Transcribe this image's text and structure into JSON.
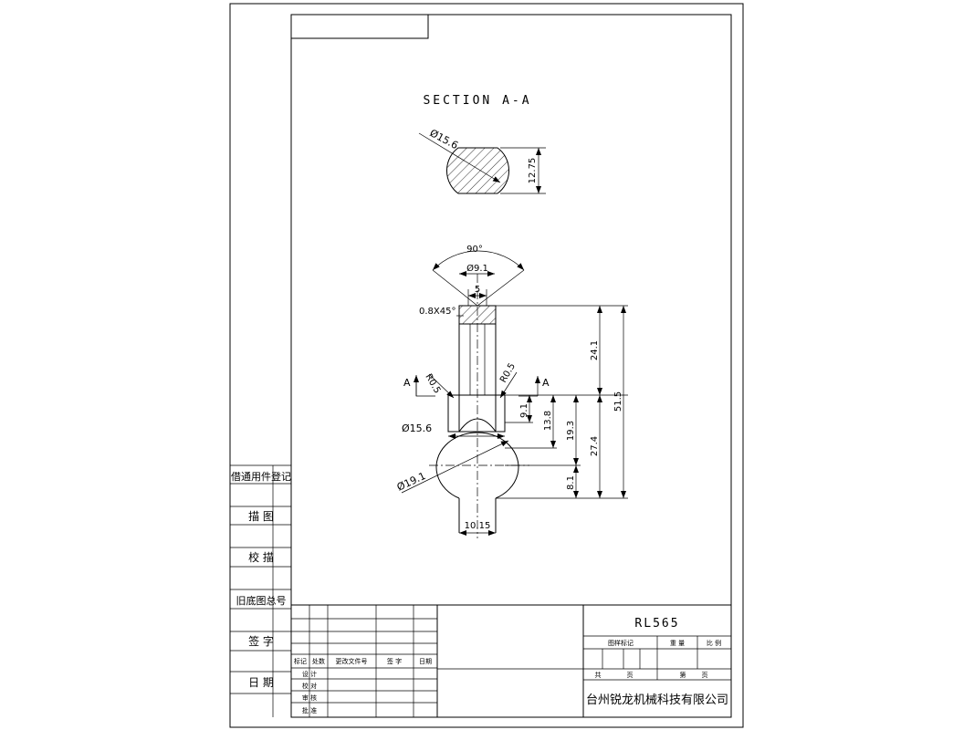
{
  "drawing": {
    "section_title": "SECTION A-A",
    "section": {
      "dia": "Ø15.6",
      "height": "12.75"
    },
    "part": {
      "angle": "90°",
      "top_dia": "Ø9.1",
      "top_width": "5",
      "chamfer": "0.8X45°",
      "r_left": "R0.5",
      "r_right": "R0.5",
      "cut_label_left": "A",
      "cut_label_right": "A",
      "mid_dia": "Ø15.6",
      "ball_dia": "Ø19.1",
      "bottom_width": "10.15",
      "dim_9_1": "9.1",
      "dim_13_8": "13.8",
      "dim_19_3": "19.3",
      "dim_27_4": "27.4",
      "dim_8_1": "8.1",
      "dim_24_1": "24.1",
      "dim_51_5": "51.5"
    }
  },
  "left_panel": {
    "items": [
      "借通用件登记",
      "描 图",
      "校 描",
      "旧底图总号",
      "签 字",
      "日 期"
    ]
  },
  "title_block": {
    "part_no": "RL565",
    "headers": [
      "标记",
      "处数",
      "更改文件号",
      "签 字",
      "日期"
    ],
    "roles": [
      "设 计",
      "校 对",
      "审 核",
      "批 准"
    ],
    "stage_label": "图样标记",
    "weight_label": "重 量",
    "scale_label": "比 例",
    "total_label": "共",
    "sheet_label": "页",
    "page_label": "第",
    "page_label2": "页",
    "company": "台州锐龙机械科技有限公司"
  }
}
